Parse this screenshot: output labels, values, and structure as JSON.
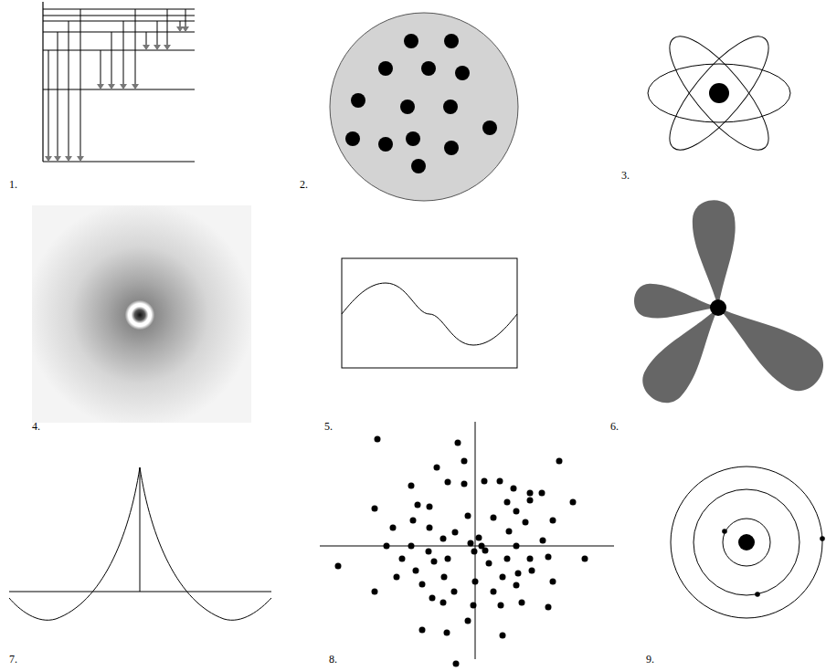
{
  "diagram": {
    "labels": [
      "1.",
      "2.",
      "3.",
      "4.",
      "5.",
      "6.",
      "7.",
      "8.",
      "9."
    ]
  }
}
